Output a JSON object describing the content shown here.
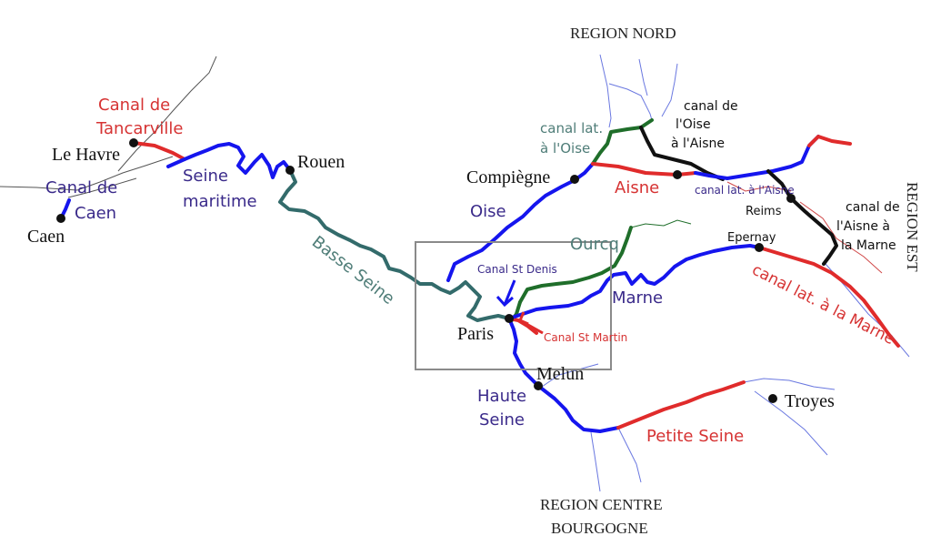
{
  "colors": {
    "blue": "#1515ee",
    "red": "#e02b2b",
    "teal": "#336b6b",
    "green": "#1f6e2a",
    "black": "#111111",
    "tributary": "#6a78e0",
    "thin_red": "#d04848",
    "gray": "#555555",
    "frame": "#8a8a8a",
    "label_purple": "#3a2a8a",
    "label_red": "#d63333",
    "label_teal": "#4f7d78"
  },
  "regions": {
    "nord": "REGION NORD",
    "est": "REGION EST",
    "centre_line1": "REGION CENTRE",
    "centre_line2": "BOURGOGNE"
  },
  "cities": {
    "le_havre": "Le Havre",
    "caen": "Caen",
    "rouen": "Rouen",
    "compiegne": "Compiègne",
    "paris": "Paris",
    "melun": "Melun",
    "troyes": "Troyes",
    "reims": "Reims",
    "epernay": "Epernay"
  },
  "waterways": {
    "canal_tancarville_1": "Canal de",
    "canal_tancarville_2": "Tancarville",
    "canal_caen_1": "Canal de",
    "canal_caen_2": "Caen",
    "seine_maritime_1": "Seine",
    "seine_maritime_2": "maritime",
    "basse_seine": "Basse Seine",
    "oise": "Oise",
    "canal_lat_oise_1": "canal lat.",
    "canal_lat_oise_2": "à l'Oise",
    "canal_oise_aisne_1": "canal de",
    "canal_oise_aisne_2": "l'Oise",
    "canal_oise_aisne_3": "à l'Aisne",
    "aisne": "Aisne",
    "canal_lat_aisne": "canal lat. à l'Aisne",
    "canal_aisne_marne_1": "canal de",
    "canal_aisne_marne_2": "l'Aisne à",
    "canal_aisne_marne_3": "la Marne",
    "ourcq": "Ourcq",
    "canal_st_denis": "Canal St Denis",
    "canal_st_martin": "Canal St Martin",
    "marne": "Marne",
    "canal_lat_marne": "canal lat. à la Marne",
    "haute_seine_1": "Haute",
    "haute_seine_2": "Seine",
    "petite_seine": "Petite Seine"
  }
}
